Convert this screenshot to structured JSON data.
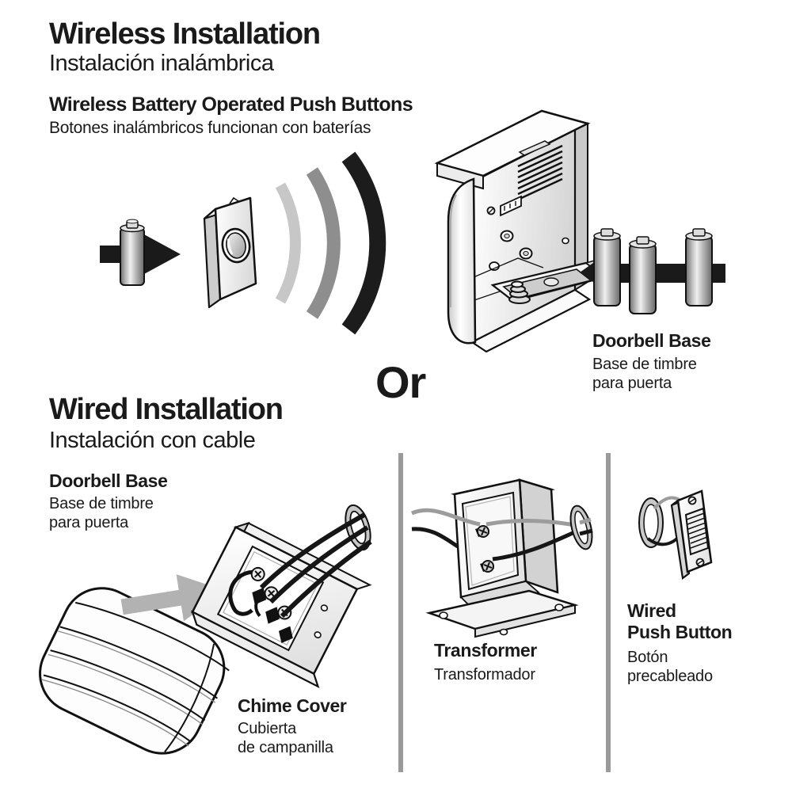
{
  "wireless": {
    "title": "Wireless Installation",
    "subtitle": "Instalación inalámbrica",
    "push_buttons_heading": "Wireless Battery Operated Push Buttons",
    "push_buttons_heading_es": "Botones inalámbricos funcionan con baterías",
    "doorbell_base": {
      "label": "Doorbell Base",
      "es_line1": "Base de timbre",
      "es_line2": "para puerta"
    }
  },
  "or_label": "Or",
  "wired": {
    "title": "Wired Installation",
    "subtitle": "Instalación con cable",
    "doorbell_base": {
      "label": "Doorbell Base",
      "es_line1": "Base de timbre",
      "es_line2": "para puerta"
    },
    "chime_cover": {
      "label": "Chime Cover",
      "es_line1": "Cubierta",
      "es_line2": "de campanilla"
    },
    "transformer": {
      "label": "Transformer",
      "es": "Transformador"
    },
    "push_button": {
      "label_line1": "Wired",
      "label_line2": "Push Button",
      "es_line1": "Botón",
      "es_line2": "precableado"
    }
  },
  "illustrations": [
    "battery-insert-arrow",
    "wireless-push-button",
    "wireless-signal-waves",
    "doorbell-base-open",
    "three-batteries-insert-arrow",
    "chime-cover",
    "attach-arrow",
    "wired-doorbell-base-wiring",
    "transformer-with-wires",
    "wired-push-button-with-wires"
  ],
  "colors": {
    "text": "#1a1a1a",
    "divider": "#9a9a9a",
    "signal_light": "#c7c7c7",
    "signal_mid": "#8e8e8e",
    "signal_dark": "#1c1c1c",
    "arrow_black": "#1a1a1a",
    "arrow_gray": "#b2b2b2"
  }
}
